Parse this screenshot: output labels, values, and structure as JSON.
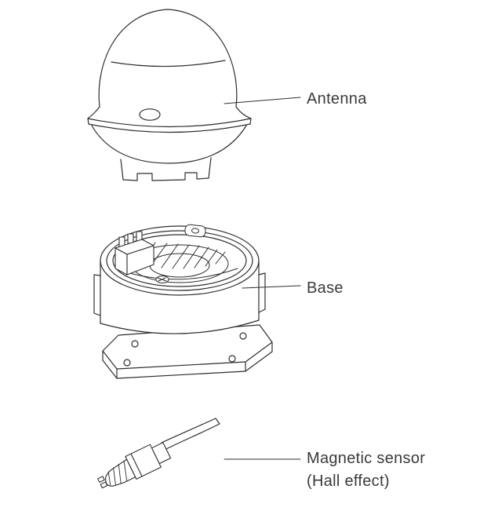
{
  "figure": {
    "type": "exploded-parts-diagram",
    "background_color": "#ffffff",
    "line_color": "#2e2e2e",
    "text_color": "#3a3a3a"
  },
  "callouts": [
    {
      "id": "antenna",
      "label": "Antenna"
    },
    {
      "id": "base",
      "label": "Base"
    },
    {
      "id": "magnetic-sensor",
      "label": "Magnetic sensor",
      "label_line2": "(Hall effect)"
    }
  ]
}
